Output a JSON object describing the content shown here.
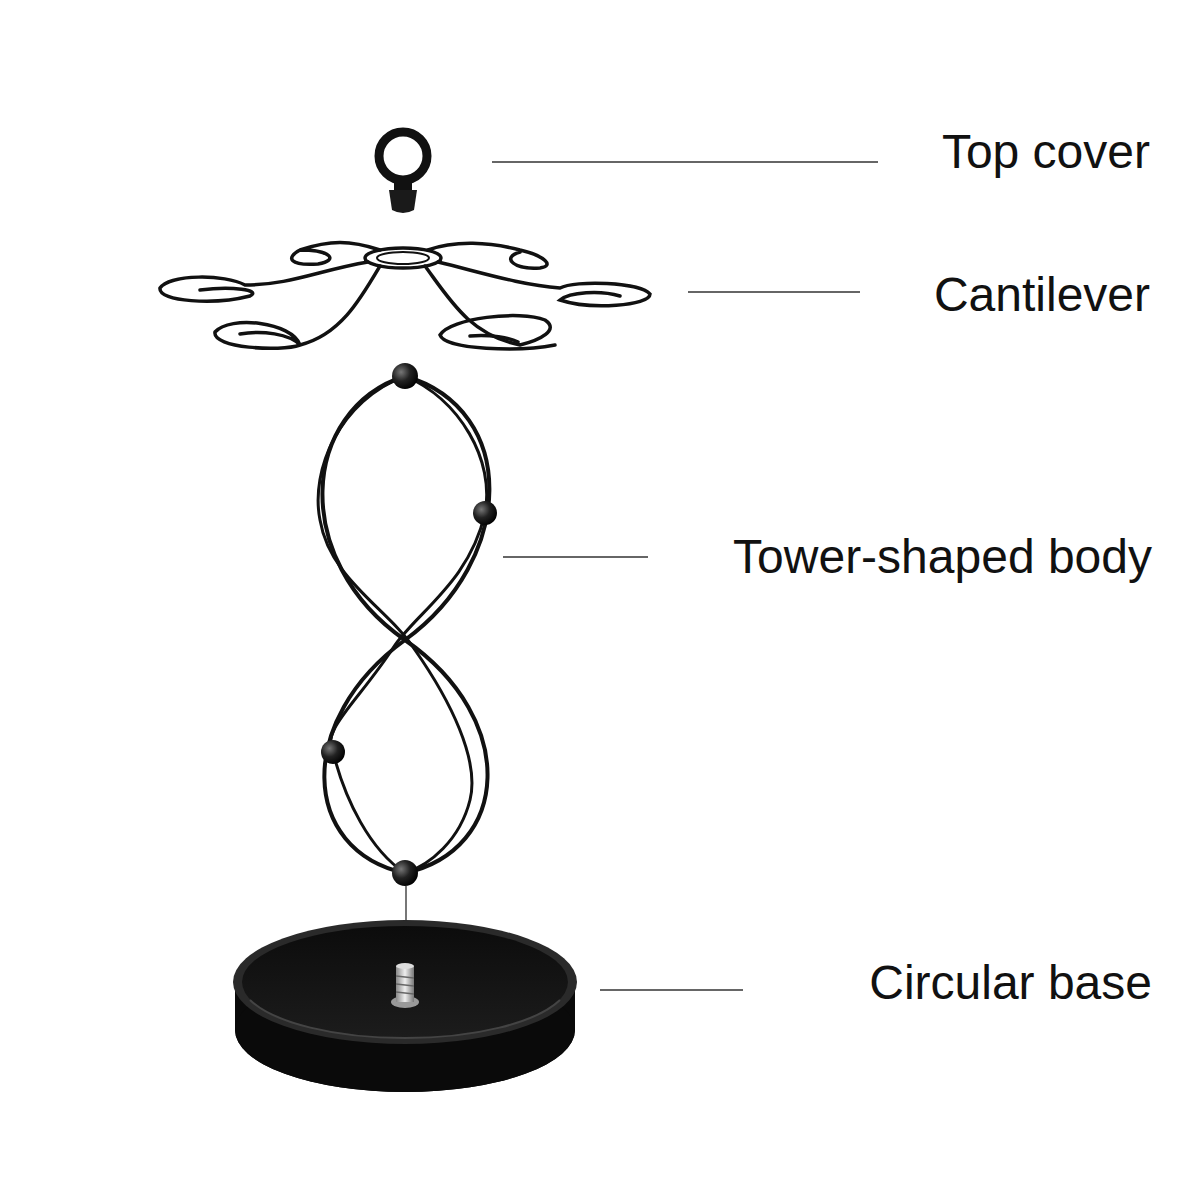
{
  "diagram": {
    "labels": [
      "Top cover",
      "Cantilever",
      "Tower-shaped body",
      "Circular base"
    ]
  }
}
